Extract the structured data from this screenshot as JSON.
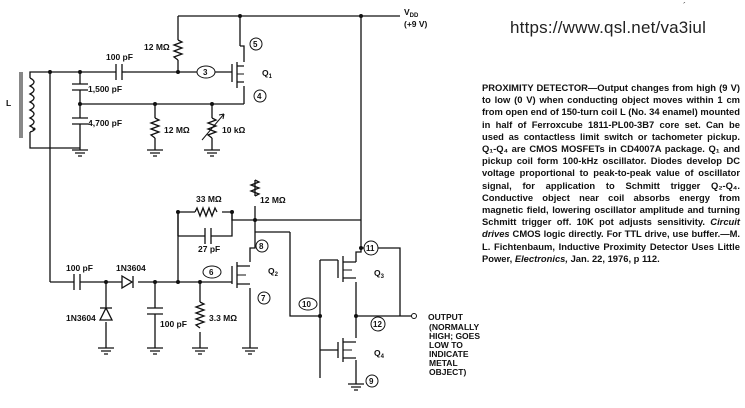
{
  "watermark": {
    "url": "https://www.qsl.net/va3iul",
    "corner_mark": "´"
  },
  "caption": {
    "lead": "PROXIMITY DETECTOR",
    "body1": "—Output changes from high (9 V) to low (0 V) when conducting object moves within 1 cm from open end of 150-turn coil L (No. 34 enamel) mounted in half of Ferroxcube 1811-PL00-3B7 core set. Can be used as contactless limit switch or tachometer pickup. Q₁-Q₄ are CMOS MOSFETs in CD4007A package. Q₁ and pickup coil form 100-kHz oscillator. Diodes develop DC voltage proportional to peak-to-peak value of oscillator signal, for application to Schmitt trigger Q₂-Q₄. Conductive object near coil absorbs energy from magnetic field, lowering oscillator amplitude and turning Schmitt trigger off. 10K pot adjusts sensitivity. ",
    "italic1": "Circuit drives",
    "body2": " CMOS logic directly. For TTL drive, use buffer.—M. L. Fichtenbaum, Inductive Proximity Detector Uses Little Power, ",
    "italic2": "Electronics,",
    "body3": " Jan. 22, 1976, p 112."
  },
  "schematic": {
    "vdd": "V",
    "vdd_sub": "DD",
    "vdd_value": "(+9 V)",
    "coil": "L",
    "c1": "100 pF",
    "c2": "1,500 pF",
    "c3": "4,700 pF",
    "r1": "12 MΩ",
    "r2": "12 MΩ",
    "pot": "10 kΩ",
    "q1": "Q",
    "q1_sub": "1",
    "r_feedback": "33 MΩ",
    "c_feedback": "27 pF",
    "r_drain": "12 MΩ",
    "c_in": "100 pF",
    "d1": "1N3604",
    "d2": "1N3604",
    "c_filter": "100 pF",
    "r_gate": "3.3 MΩ",
    "q2": "Q",
    "q2_sub": "2",
    "q3": "Q",
    "q3_sub": "3",
    "q4": "Q",
    "q4_sub": "4",
    "output_title": "OUTPUT",
    "output_note": [
      "(NORMALLY",
      "HIGH; GOES",
      "LOW TO",
      "INDICATE",
      "METAL",
      "OBJECT)"
    ],
    "pins": [
      "5",
      "3",
      "4",
      "6",
      "8",
      "7",
      "10",
      "11",
      "12",
      "9"
    ]
  }
}
